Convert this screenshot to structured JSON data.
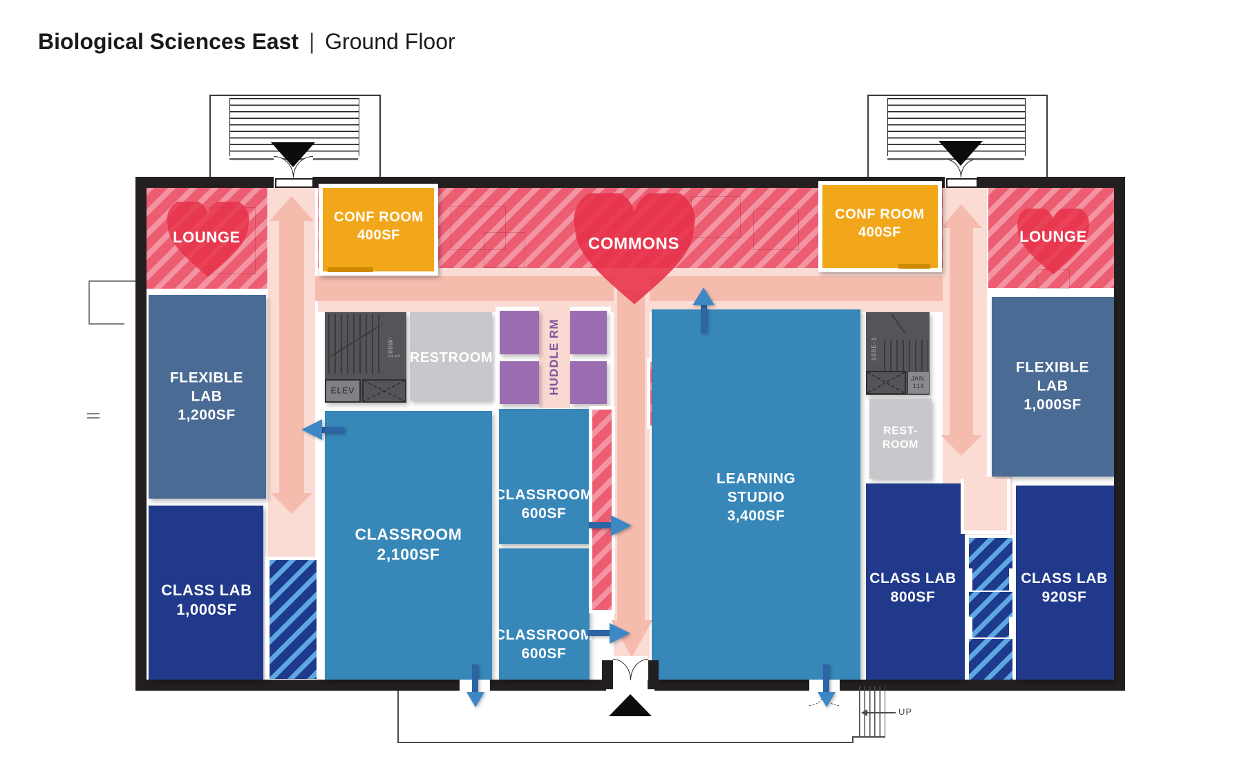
{
  "title": {
    "building": "Biological Sciences East",
    "separator": "|",
    "floor": "Ground Floor"
  },
  "rooms": {
    "lounge_left": {
      "label": "LOUNGE"
    },
    "conf_room_left": {
      "lines": [
        "CONF ROOM",
        "400SF"
      ]
    },
    "commons": {
      "label": "COMMONS"
    },
    "conf_room_right": {
      "lines": [
        "CONF ROOM",
        "400SF"
      ]
    },
    "lounge_right": {
      "label": "LOUNGE"
    },
    "flexible_lab_left": {
      "lines": [
        "FLEXIBLE",
        "LAB",
        "1,200SF"
      ]
    },
    "class_lab_left": {
      "lines": [
        "CLASS LAB",
        "1,000SF"
      ]
    },
    "restroom_left": {
      "label": "RESTROOM"
    },
    "huddle": {
      "label": "HUDDLE RM"
    },
    "classroom_2100": {
      "lines": [
        "CLASSROOM",
        "2,100SF"
      ]
    },
    "classroom_600_upper": {
      "lines": [
        "CLASSROOM",
        "600SF"
      ]
    },
    "classroom_600_lower": {
      "lines": [
        "CLASSROOM",
        "600SF"
      ]
    },
    "learning_studio": {
      "lines": [
        "LEARNING",
        "STUDIO",
        "3,400SF"
      ]
    },
    "restroom_right": {
      "lines": [
        "REST-",
        "ROOM"
      ]
    },
    "class_lab_800": {
      "lines": [
        "CLASS LAB",
        "800SF"
      ]
    },
    "class_lab_920": {
      "lines": [
        "CLASS LAB",
        "920SF"
      ]
    },
    "flexible_lab_right": {
      "lines": [
        "FLEXIBLE",
        "LAB",
        "1,000SF"
      ]
    }
  },
  "annotations": {
    "elevator": "ELEV",
    "janitor": [
      "JAN.",
      "114"
    ],
    "up_label": "UP",
    "stair_code_left": "100W-1",
    "stair_code_right": "100E-1"
  },
  "colors": {
    "wall": "#231f20",
    "hatch_pink_base": "#ed5d72",
    "hatch_pink_stripe": "#f491a1",
    "heart_red": "#e73049",
    "conf_yellow": "#f2a71b",
    "conf_door_amber": "#cf8a00",
    "flexible_lab_steel": "#4a6b94",
    "class_lab_navy": "#21398b",
    "classroom_blue": "#3787b9",
    "restroom_gray": "#c8c8cc",
    "stair_dark_gray": "#545558",
    "huddle_purple": "#9c6eb1",
    "huddle_text": "#7e57a0",
    "corridor_pink": "#fadcd4",
    "corridor_arrow": "#f5bcae",
    "door_arrow_blue": "#3d88c4",
    "blue_hatch_base": "#1e3a8c",
    "blue_hatch_stripe": "#5ea7e0"
  }
}
